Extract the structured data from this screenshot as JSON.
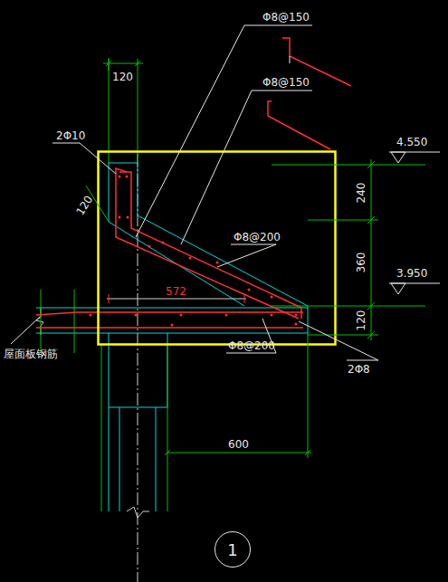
{
  "diagram": {
    "nodes": [
      {
        "text": [
          "1"
        ]
      }
    ],
    "labels": [
      "120",
      "Φ8@150",
      "Φ8@150",
      "2Φ10",
      "120",
      "Φ8@200",
      "572",
      "4.550",
      "240",
      "360",
      "3.950",
      "120",
      "屋面板钢筋",
      "Φ8@200",
      "2Φ8",
      "600"
    ]
  }
}
